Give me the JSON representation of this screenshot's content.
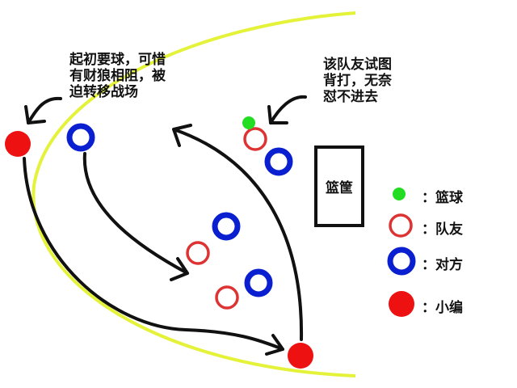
{
  "notes": {
    "left": "起初要球，可惜\n有财狼相阻，被\n迫转移战场",
    "right": "该队友试图\n背打，无奈\n怼不进去"
  },
  "hoop_label": "篮筐",
  "legend": [
    {
      "label": "：篮球",
      "meaning": "ball",
      "color": "#22dd22"
    },
    {
      "label": "：队友",
      "meaning": "teammate",
      "color": "#dd3333"
    },
    {
      "label": "：对方",
      "meaning": "opponent",
      "color": "#0a1fd0"
    },
    {
      "label": "：小编",
      "meaning": "author",
      "color": "#ee1111"
    }
  ],
  "colors": {
    "court_line": "#e4f23a",
    "arrow": "#111111"
  }
}
